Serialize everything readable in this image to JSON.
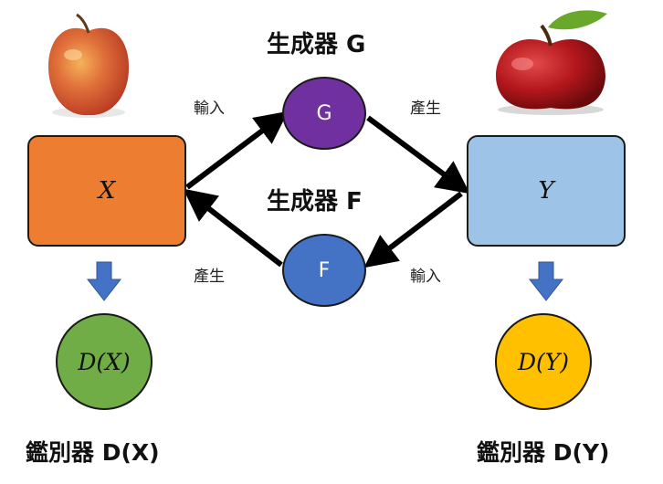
{
  "generator_g": {
    "title": "生成器 G",
    "symbol": "G",
    "color": "#7030a0"
  },
  "generator_f": {
    "title": "生成器 F",
    "symbol": "F",
    "color": "#4472c4"
  },
  "domain_x": {
    "symbol": "X",
    "color": "#ed7d31"
  },
  "domain_y": {
    "symbol": "Y",
    "color": "#9dc3e6"
  },
  "discriminator_x": {
    "symbol": "D(X)",
    "title": "鑑別器 D(X)",
    "color": "#70ad47"
  },
  "discriminator_y": {
    "symbol": "D(Y)",
    "title": "鑑別器 D(Y)",
    "color": "#ffc000"
  },
  "edge_labels": {
    "x_to_g": "輸入",
    "g_to_y": "產生",
    "y_to_f": "輸入",
    "f_to_x": "產生"
  },
  "down_arrow_color": "#4472c4",
  "images": {
    "left_apple": "orange-red apple",
    "right_apple": "red apple with leaf"
  }
}
